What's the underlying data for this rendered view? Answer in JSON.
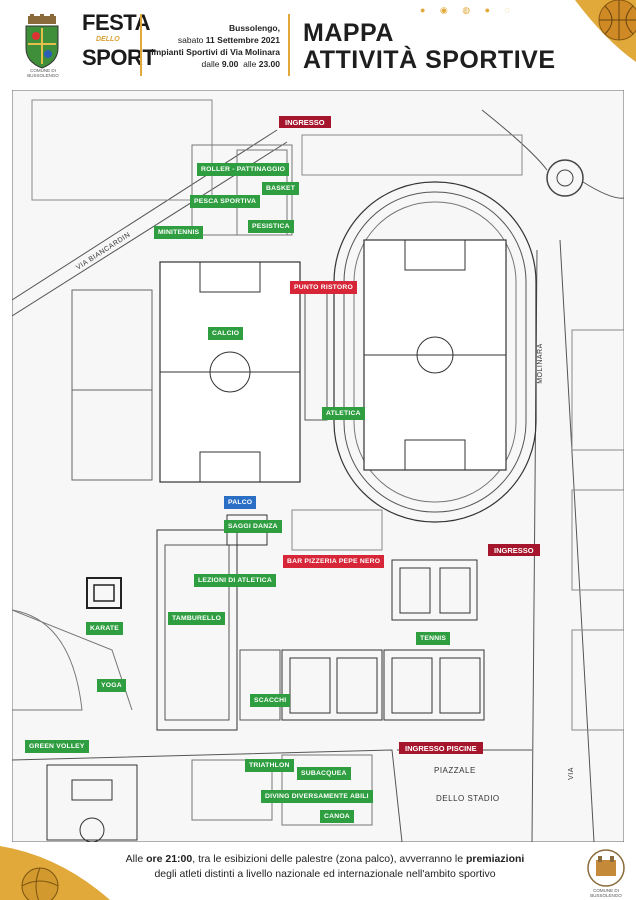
{
  "header": {
    "crest_caption": "COMUNE DI BUSSOLENGO",
    "logo_line1": "FESTA",
    "logo_line2": "DELLO",
    "logo_line3": "SPORT",
    "city": "Bussolengo,",
    "date_prefix": "sabato",
    "date": "11 Settembre 2021",
    "venue": "Impianti Sportivi di Via Molinara",
    "hours_from_label": "dalle",
    "hours_from": "9.00",
    "hours_to_label": "alle",
    "hours_to": "23.00",
    "title_line1": "MAPPA",
    "title_line2": "ATTIVITÀ SPORTIVE",
    "accent_color": "#e0a93a"
  },
  "map": {
    "roads": {
      "biancardin": "VIA BIANCARDIN",
      "molinara": "MOLINARA",
      "via": "VIA"
    },
    "piazzale_line1": "PIAZZALE",
    "piazzale_line2": "DELLO STADIO",
    "entrances": {
      "top": "INGRESSO",
      "right": "INGRESSO",
      "pools": "INGRESSO PISCINE"
    },
    "activities": {
      "roller": "ROLLER - PATTINAGGIO",
      "basket": "BASKET",
      "pesca": "PESCA SPORTIVA",
      "pesistica": "PESISTICA",
      "minitennis": "MINITENNIS",
      "punto_ristoro": "PUNTO RISTORO",
      "calcio": "CALCIO",
      "atletica": "ATLETICA",
      "palco": "PALCO",
      "saggi_danza": "SAGGI DANZA",
      "bar": "BAR PIZZERIA PEPE NERO",
      "lezioni_atletica": "LEZIONI DI ATLETICA",
      "karate": "KARATE",
      "tamburello": "TAMBURELLO",
      "tennis": "TENNIS",
      "yoga": "YOGA",
      "scacchi": "SCACCHI",
      "green_volley": "GREEN VOLLEY",
      "triathlon": "TRIATHLON",
      "subacquea": "SUBACQUEA",
      "diving": "DIVING DIVERSAMENTE ABILI",
      "canoa": "CANOA"
    },
    "colors": {
      "sport": "#2e9e40",
      "food": "#d72638",
      "stage": "#2b6fc4",
      "entrance": "#a5152b"
    }
  },
  "footer": {
    "p1": "Alle ",
    "time": "ore 21:00",
    "p2": ", tra le esibizioni delle palestre (zona palco), avverranno le ",
    "awards": "premiazioni",
    "line2": "degli atleti distinti a livello nazionale ed internazionale nell'ambito sportivo",
    "logo_caption": "COMUNE DI BUSSOLENGO"
  }
}
